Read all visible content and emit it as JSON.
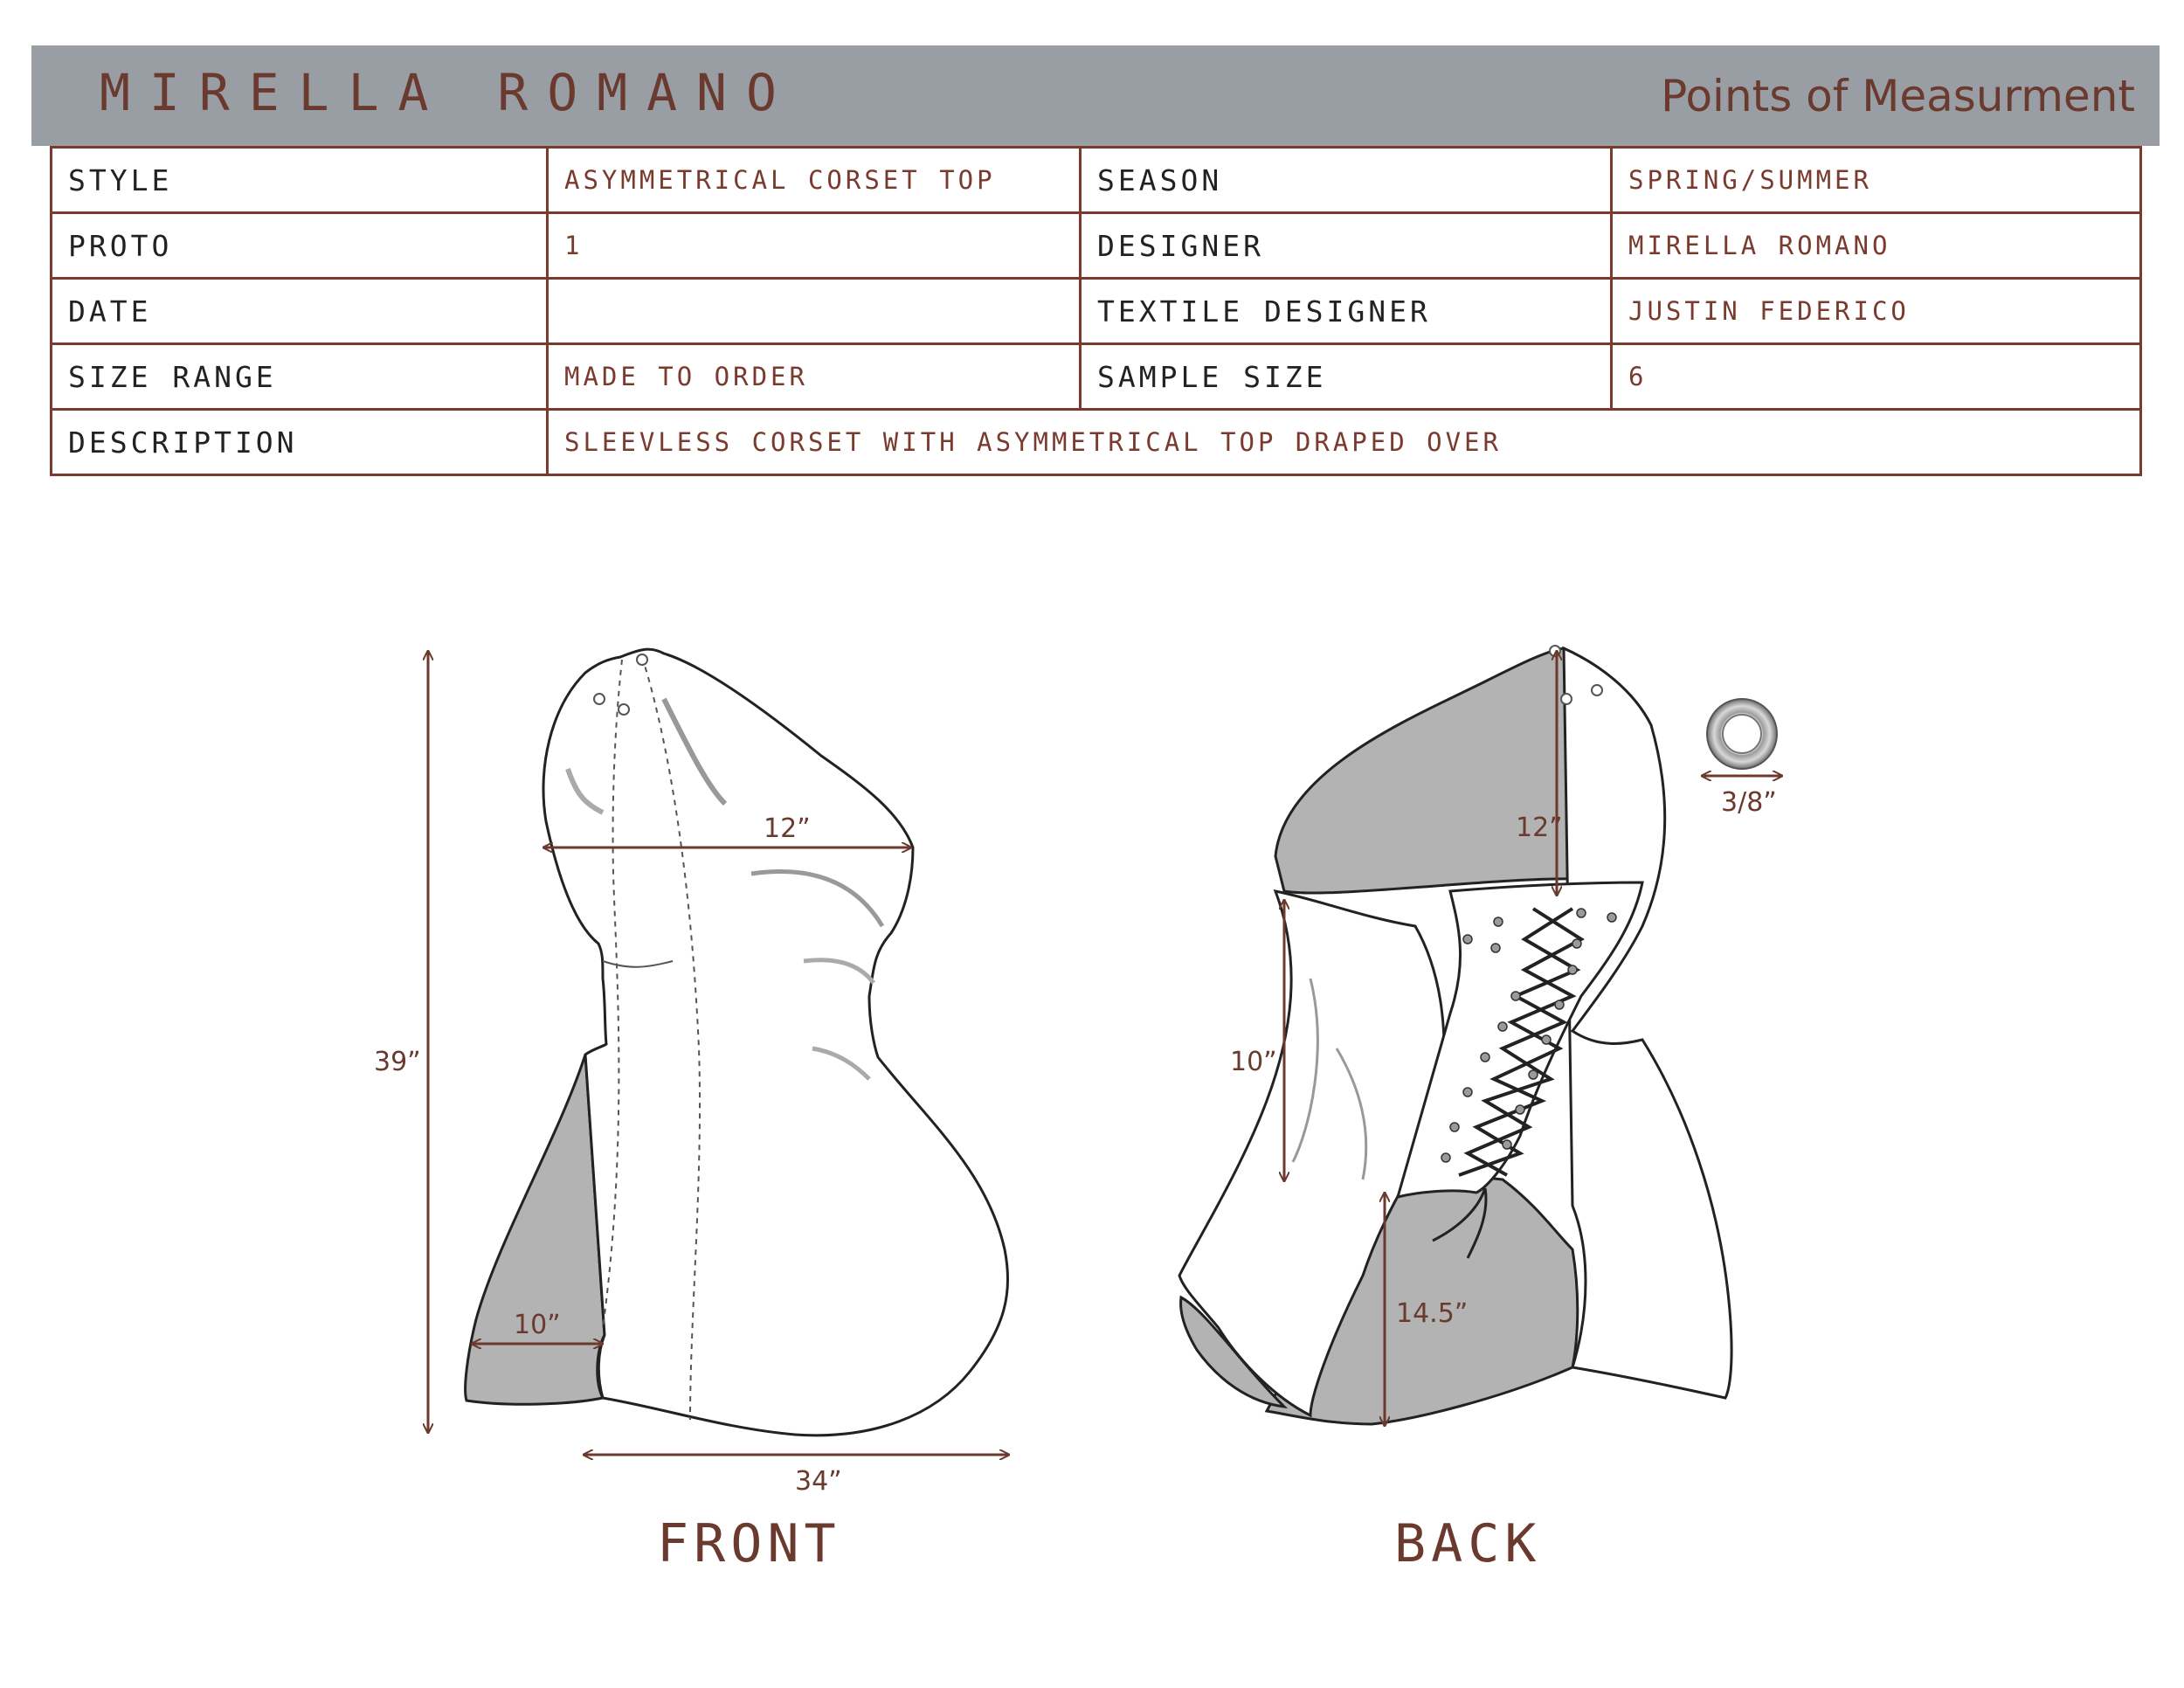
{
  "header": {
    "brand": "MIRELLA ROMANO",
    "title": "Points of Measurment"
  },
  "spec": {
    "style_label": "STYLE",
    "style_value": "ASYMMETRICAL CORSET TOP",
    "season_label": "SEASON",
    "season_value": "SPRING/SUMMER",
    "proto_label": "PROTO",
    "proto_value": "1",
    "designer_label": "DESIGNER",
    "designer_value": "MIRELLA ROMANO",
    "date_label": "DATE",
    "date_value": "",
    "textile_label": "TEXTILE DESIGNER",
    "textile_value": "JUSTIN FEDERICO",
    "size_range_label": "SIZE RANGE",
    "size_range_value": "MADE TO ORDER",
    "sample_size_label": "SAMPLE SIZE",
    "sample_size_value": "6",
    "description_label": "DESCRIPTION",
    "description_value": "SLEEVLESS CORSET WITH ASYMMETRICAL TOP DRAPED OVER"
  },
  "front": {
    "label": "FRONT",
    "total_length": "39”",
    "bust_width": "12”",
    "panel_width": "10”",
    "hem_width": "34”"
  },
  "back": {
    "label": "BACK",
    "top_drop": "12”",
    "side_length": "10”",
    "lower_length": "14.5”",
    "grommet_size": "3/8”"
  },
  "colors": {
    "accent": "#7a3b2e",
    "header_bg": "#989ea4",
    "shade": "#b3b3b3"
  }
}
